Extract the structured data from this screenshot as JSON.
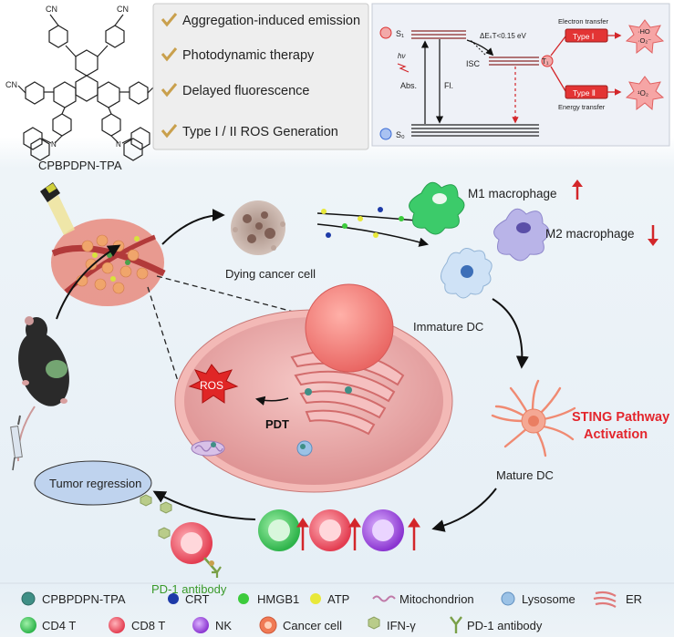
{
  "molecule": {
    "name": "CPBPDPN-TPA",
    "cn": "CN",
    "n_atom": "N"
  },
  "features": [
    "Aggregation-induced emission",
    "Photodynamic therapy",
    "Delayed fluorescence",
    "Type I / II ROS Generation"
  ],
  "jablonski": {
    "s1": "S₁",
    "s0": "S₀",
    "t1": "T₁",
    "hv": "hν",
    "abs": "Abs.",
    "fl": "Fl.",
    "isc": "ISC",
    "delta": "ΔEₛT<0.15 eV",
    "electron_transfer": "Electron transfer",
    "energy_transfer": "Energy transfer",
    "type1": "Type Ⅰ",
    "type2": "Type Ⅱ",
    "product1_a": "·HO",
    "product1_b": "·O₂⁻",
    "product2": "¹O₂"
  },
  "flow": {
    "dying_cell": "Dying cancer cell",
    "m1": "M1 macrophage",
    "m2": "M2 macrophage",
    "immature_dc": "Immature DC",
    "sting_1": "STING Pathway",
    "sting_2": "Activation",
    "mature_dc": "Mature DC",
    "tumor_regression": "Tumor regression",
    "pd1": "PD-1 antibody",
    "ros": "ROS",
    "pdt": "PDT"
  },
  "legend": [
    {
      "label": "CPBPDPN-TPA",
      "icon": "cpbpdpn-tpa-icon"
    },
    {
      "label": "CRT",
      "icon": "crt-icon",
      "color": "#1d3aa8"
    },
    {
      "label": "HMGB1",
      "icon": "hmgb1-icon",
      "color": "#3ccb3c"
    },
    {
      "label": "ATP",
      "icon": "atp-icon",
      "color": "#e8e83a"
    },
    {
      "label": "Mitochondrion",
      "icon": "mitochondrion-icon"
    },
    {
      "label": "Lysosome",
      "icon": "lysosome-icon"
    },
    {
      "label": "ER",
      "icon": "er-icon"
    },
    {
      "label": "CD4 T",
      "icon": "cd4-t-icon",
      "color": "#3fb35a"
    },
    {
      "label": "CD8 T",
      "icon": "cd8-t-icon",
      "color": "#e8505d"
    },
    {
      "label": "NK",
      "icon": "nk-icon",
      "color": "#8b3cc9"
    },
    {
      "label": "Cancer cell",
      "icon": "cancer-cell-icon",
      "color": "#f07a55"
    },
    {
      "label": "IFN-γ",
      "icon": "ifn-gamma-icon",
      "color": "#b9cc8a"
    },
    {
      "label": "PD-1 antibody",
      "icon": "pd1-antibody-icon",
      "color": "#7aa048"
    }
  ]
}
